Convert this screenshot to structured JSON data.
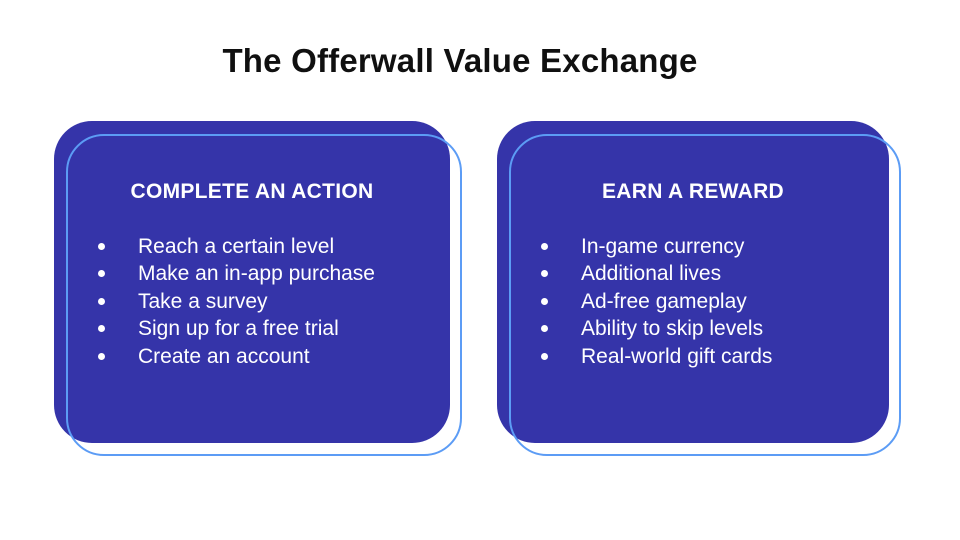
{
  "title": "The Offerwall Value Exchange",
  "colors": {
    "background": "#ffffff",
    "title_text": "#101010",
    "card_fill": "#3534A9",
    "card_outline": "#5C9CF5",
    "card_text": "#ffffff"
  },
  "cards": [
    {
      "header": "COMPLETE AN ACTION",
      "items": [
        "Reach a certain level",
        "Make an in-app purchase",
        "Take a survey",
        "Sign up for a free trial",
        "Create an account"
      ]
    },
    {
      "header": "EARN A REWARD",
      "items": [
        "In-game currency",
        "Additional lives",
        "Ad-free gameplay",
        "Ability to skip levels",
        "Real-world gift cards"
      ]
    }
  ]
}
